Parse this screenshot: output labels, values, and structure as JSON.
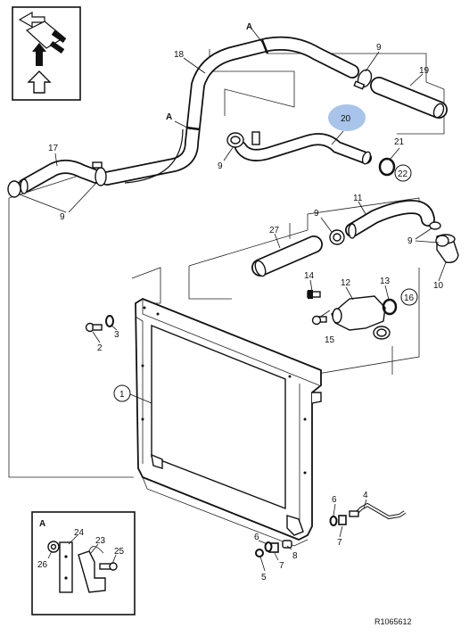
{
  "callouts": {
    "a_top": "A",
    "a_mid": "A",
    "c18": "18",
    "c9_top": "9",
    "c19": "19",
    "c20": "20",
    "c21": "21",
    "c22": "22",
    "c17": "17",
    "c9_left": "9",
    "c9_mid": "9",
    "c11": "11",
    "c9_pipe": "9",
    "c27": "27",
    "c9_right": "9",
    "c10": "10",
    "c14": "14",
    "c13": "13",
    "c12": "12",
    "c16": "16",
    "c15": "15",
    "c2": "2",
    "c3": "3",
    "c1": "1",
    "c6_right": "6",
    "c4": "4",
    "c7_right": "7",
    "c6_bottom": "6",
    "c8": "8",
    "c7_bottom": "7",
    "c5": "5"
  },
  "inset": {
    "title": "A",
    "c24": "24",
    "c23": "23",
    "c26": "26",
    "c25": "25"
  },
  "reference": "R1065612",
  "colors": {
    "highlight": "#a8c4ea",
    "line": "#111111"
  },
  "icons": {
    "orientation": "vehicle-orientation-icon"
  }
}
